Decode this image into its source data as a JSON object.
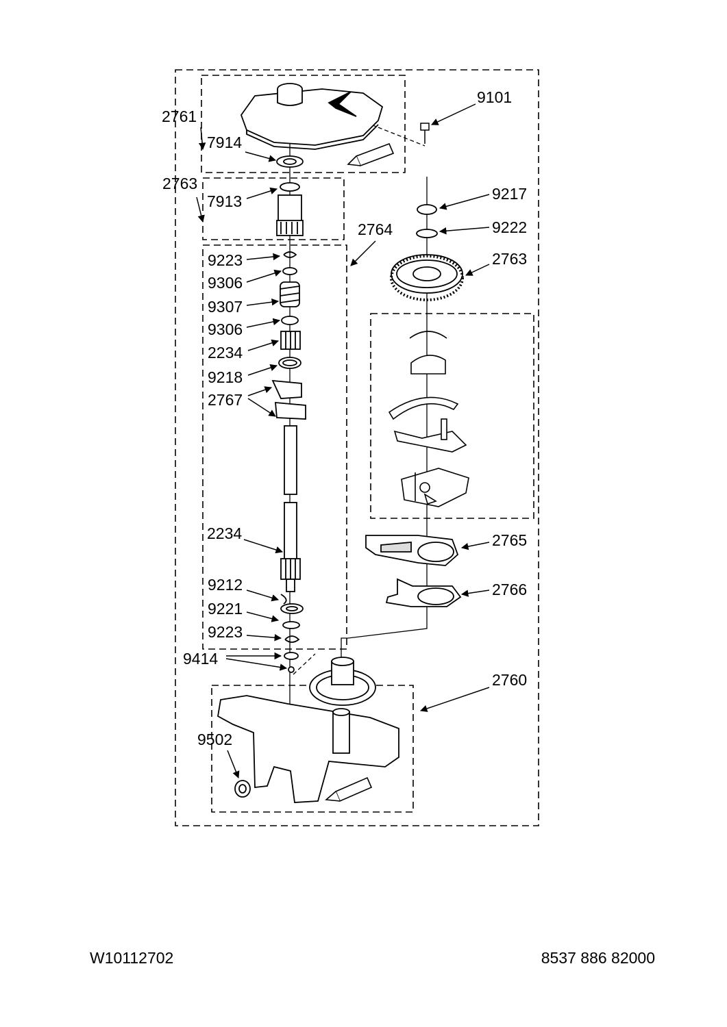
{
  "document_number": "W10112702",
  "model_code": "8537 886 82000",
  "callouts": [
    {
      "id": "c2761a",
      "label": "2761"
    },
    {
      "id": "c7914",
      "label": "7914"
    },
    {
      "id": "c9101",
      "label": "9101"
    },
    {
      "id": "c2763a",
      "label": "2763"
    },
    {
      "id": "c7913",
      "label": "7913"
    },
    {
      "id": "c2764",
      "label": "2764"
    },
    {
      "id": "c9223a",
      "label": "9223"
    },
    {
      "id": "c9306a",
      "label": "9306"
    },
    {
      "id": "c9307",
      "label": "9307"
    },
    {
      "id": "c9306b",
      "label": "9306"
    },
    {
      "id": "c2234a",
      "label": "2234"
    },
    {
      "id": "c9218",
      "label": "9218"
    },
    {
      "id": "c2767",
      "label": "2767"
    },
    {
      "id": "c2234b",
      "label": "2234"
    },
    {
      "id": "c9212",
      "label": "9212"
    },
    {
      "id": "c9221",
      "label": "9221"
    },
    {
      "id": "c9223b",
      "label": "9223"
    },
    {
      "id": "c9414",
      "label": "9414"
    },
    {
      "id": "c9502",
      "label": "9502"
    },
    {
      "id": "c9217",
      "label": "9217"
    },
    {
      "id": "c9222",
      "label": "9222"
    },
    {
      "id": "c2763b",
      "label": "2763"
    },
    {
      "id": "c2765",
      "label": "2765"
    },
    {
      "id": "c2766",
      "label": "2766"
    },
    {
      "id": "c2760",
      "label": "2760"
    }
  ]
}
